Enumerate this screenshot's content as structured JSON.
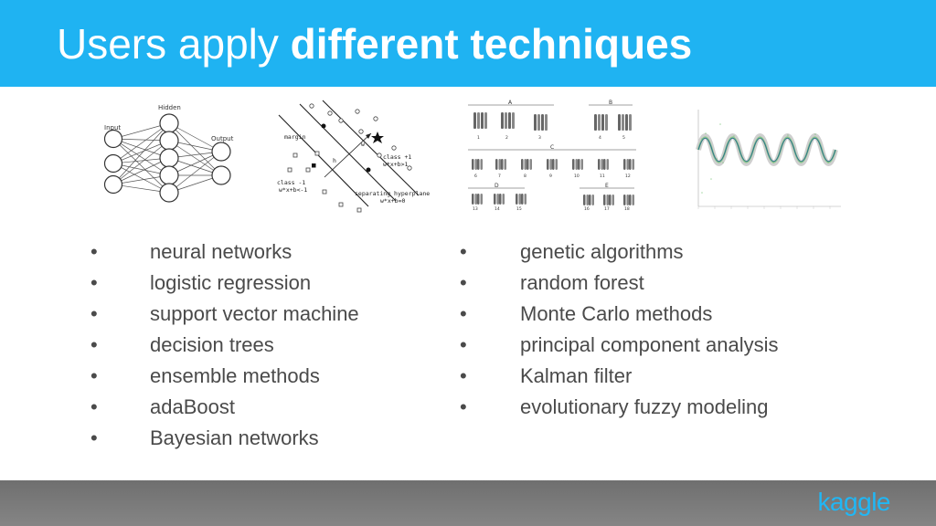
{
  "title": {
    "regular": "Users apply",
    "bold": "different techniques"
  },
  "illustrations": {
    "neural_network": {
      "input": "Input",
      "hidden": "Hidden",
      "output": "Output"
    },
    "svm": {
      "margin": "margin",
      "class_pos": "class +1",
      "class_pos_eq": "w*x+b>1",
      "class_neg": "class -1",
      "class_neg_eq": "w*x+b<-1",
      "hyperplane": "separating hyperplane",
      "hyperplane_eq": "w*x+b=0",
      "w": "w",
      "h": "h"
    },
    "karyotype": {
      "groups": [
        "A",
        "B",
        "C",
        "D",
        "E"
      ],
      "numbers": [
        "1",
        "2",
        "3",
        "4",
        "5",
        "6",
        "7",
        "8",
        "9",
        "10",
        "11",
        "12",
        "13",
        "14",
        "15",
        "16",
        "17",
        "18"
      ]
    }
  },
  "left_list": {
    "bullet": "•",
    "items": [
      "neural networks",
      "logistic regression",
      "support vector machine",
      "decision trees",
      "ensemble methods",
      "adaBoost",
      "Bayesian networks"
    ]
  },
  "right_list": {
    "bullet": "•",
    "items": [
      "genetic algorithms",
      "random forest",
      "Monte Carlo methods",
      "principal component analysis",
      "Kalman filter",
      "evolutionary fuzzy modeling"
    ]
  },
  "footer": {
    "brand": "kaggle"
  },
  "colors": {
    "header": "#1fb3f2",
    "footer": "#777777",
    "brand": "#20b7f5",
    "text": "#4a4a4a",
    "title": "#ffffff"
  }
}
